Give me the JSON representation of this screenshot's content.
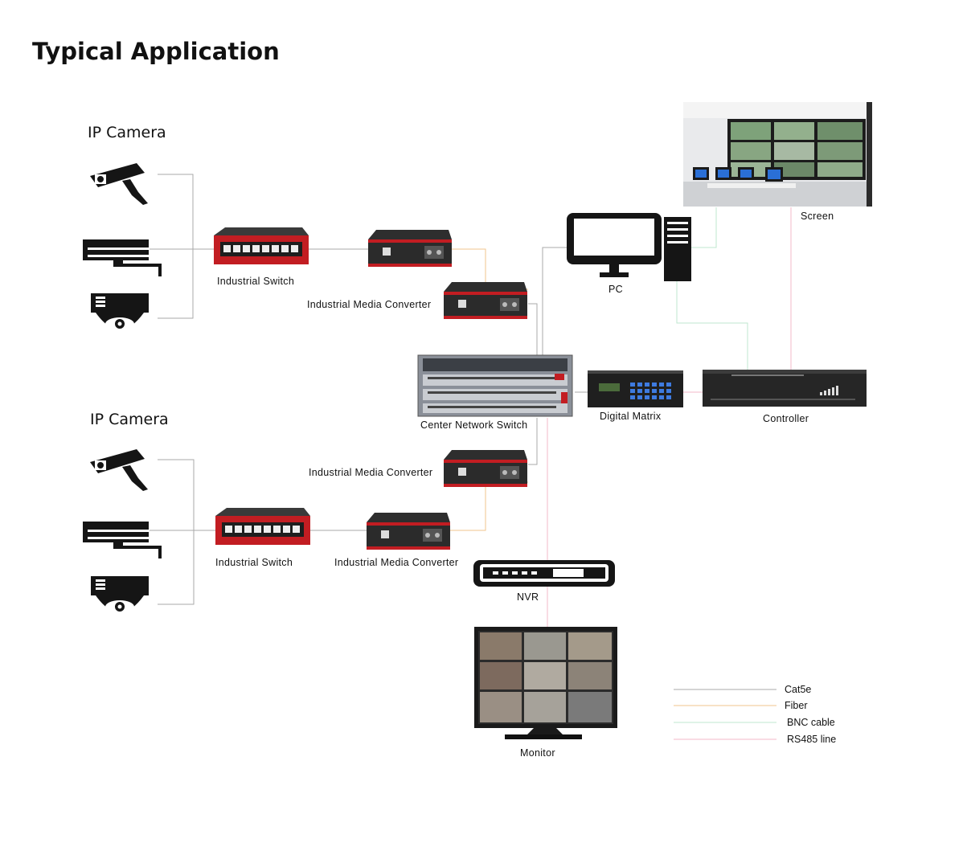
{
  "title": "Typical Application",
  "groups": {
    "top": "IP Camera",
    "bottom": "IP Camera"
  },
  "labels": {
    "switch_top": "Industrial Switch",
    "switch_bottom": "Industrial Switch",
    "converter_top_mid": "Industrial Media Converter",
    "converter_bottom_upper": "Industrial Media Converter",
    "converter_bottom_lower": "Industrial Media Converter",
    "center_switch": "Center Network Switch",
    "pc": "PC",
    "screen": "Screen",
    "digital_matrix": "Digital Matrix",
    "controller": "Controller",
    "nvr": "NVR",
    "monitor": "Monitor"
  },
  "legend": [
    {
      "label": "Cat5e",
      "color": "#a9a9a9"
    },
    {
      "label": "Fiber",
      "color": "#f2c48d"
    },
    {
      "label": "BNC cable",
      "color": "#bfe7cf"
    },
    {
      "label": "RS485 line",
      "color": "#f3b8c9"
    }
  ],
  "colors": {
    "device_red": "#c21d22",
    "device_dark": "#2b2b2b",
    "fiber": "#f2c48d",
    "cat5e": "#a9a9a9",
    "bnc": "#bfe7cf",
    "rs485": "#f3b8c9"
  }
}
